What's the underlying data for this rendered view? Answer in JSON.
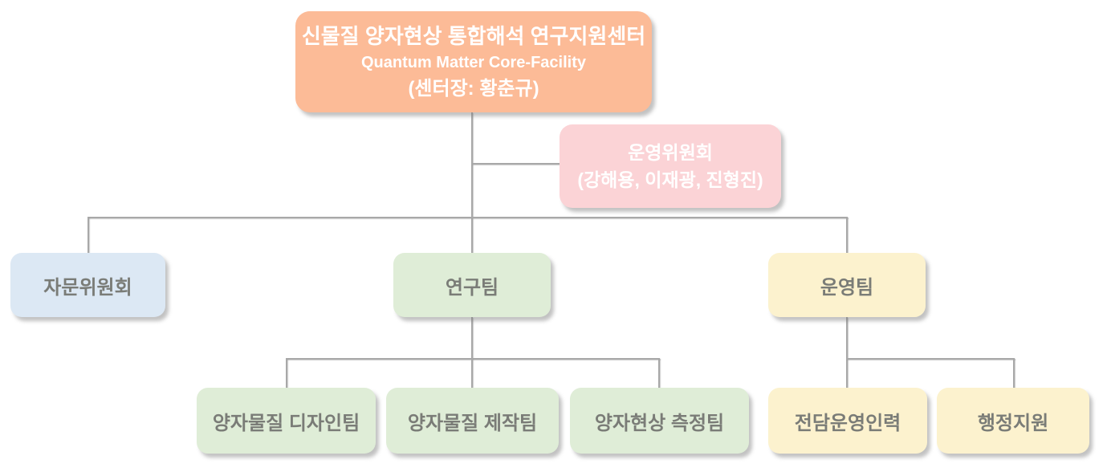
{
  "diagram": {
    "type": "org-chart",
    "root": {
      "title_ko": "신물질 양자현상 통합해석 연구지원센터",
      "title_en": "Quantum Matter Core-Facility",
      "director": "(센터장: 황춘규)"
    },
    "steering_committee": {
      "name": "운영위원회",
      "members": "(강해용, 이재광, 진형진)"
    },
    "advisory_committee": {
      "name": "자문위원회"
    },
    "research_team": {
      "name": "연구팀",
      "subteams": [
        {
          "name": "양자물질 디자인팀"
        },
        {
          "name": "양자물질 제작팀"
        },
        {
          "name": "양자현상 측정팀"
        }
      ]
    },
    "operations_team": {
      "name": "운영팀",
      "subteams": [
        {
          "name": "전담운영인력"
        },
        {
          "name": "행정지원"
        }
      ]
    },
    "colors": {
      "root_fill": "#FCBB97",
      "steering_fill": "#FBD3D6",
      "advisory_fill": "#DCE8F4",
      "research_fill": "#DFEDD7",
      "operations_fill": "#FCF2CE",
      "connector": "#A8A8A8",
      "light_box_text": "#7A7C77",
      "dark_box_text": "#FFFFFF"
    }
  }
}
